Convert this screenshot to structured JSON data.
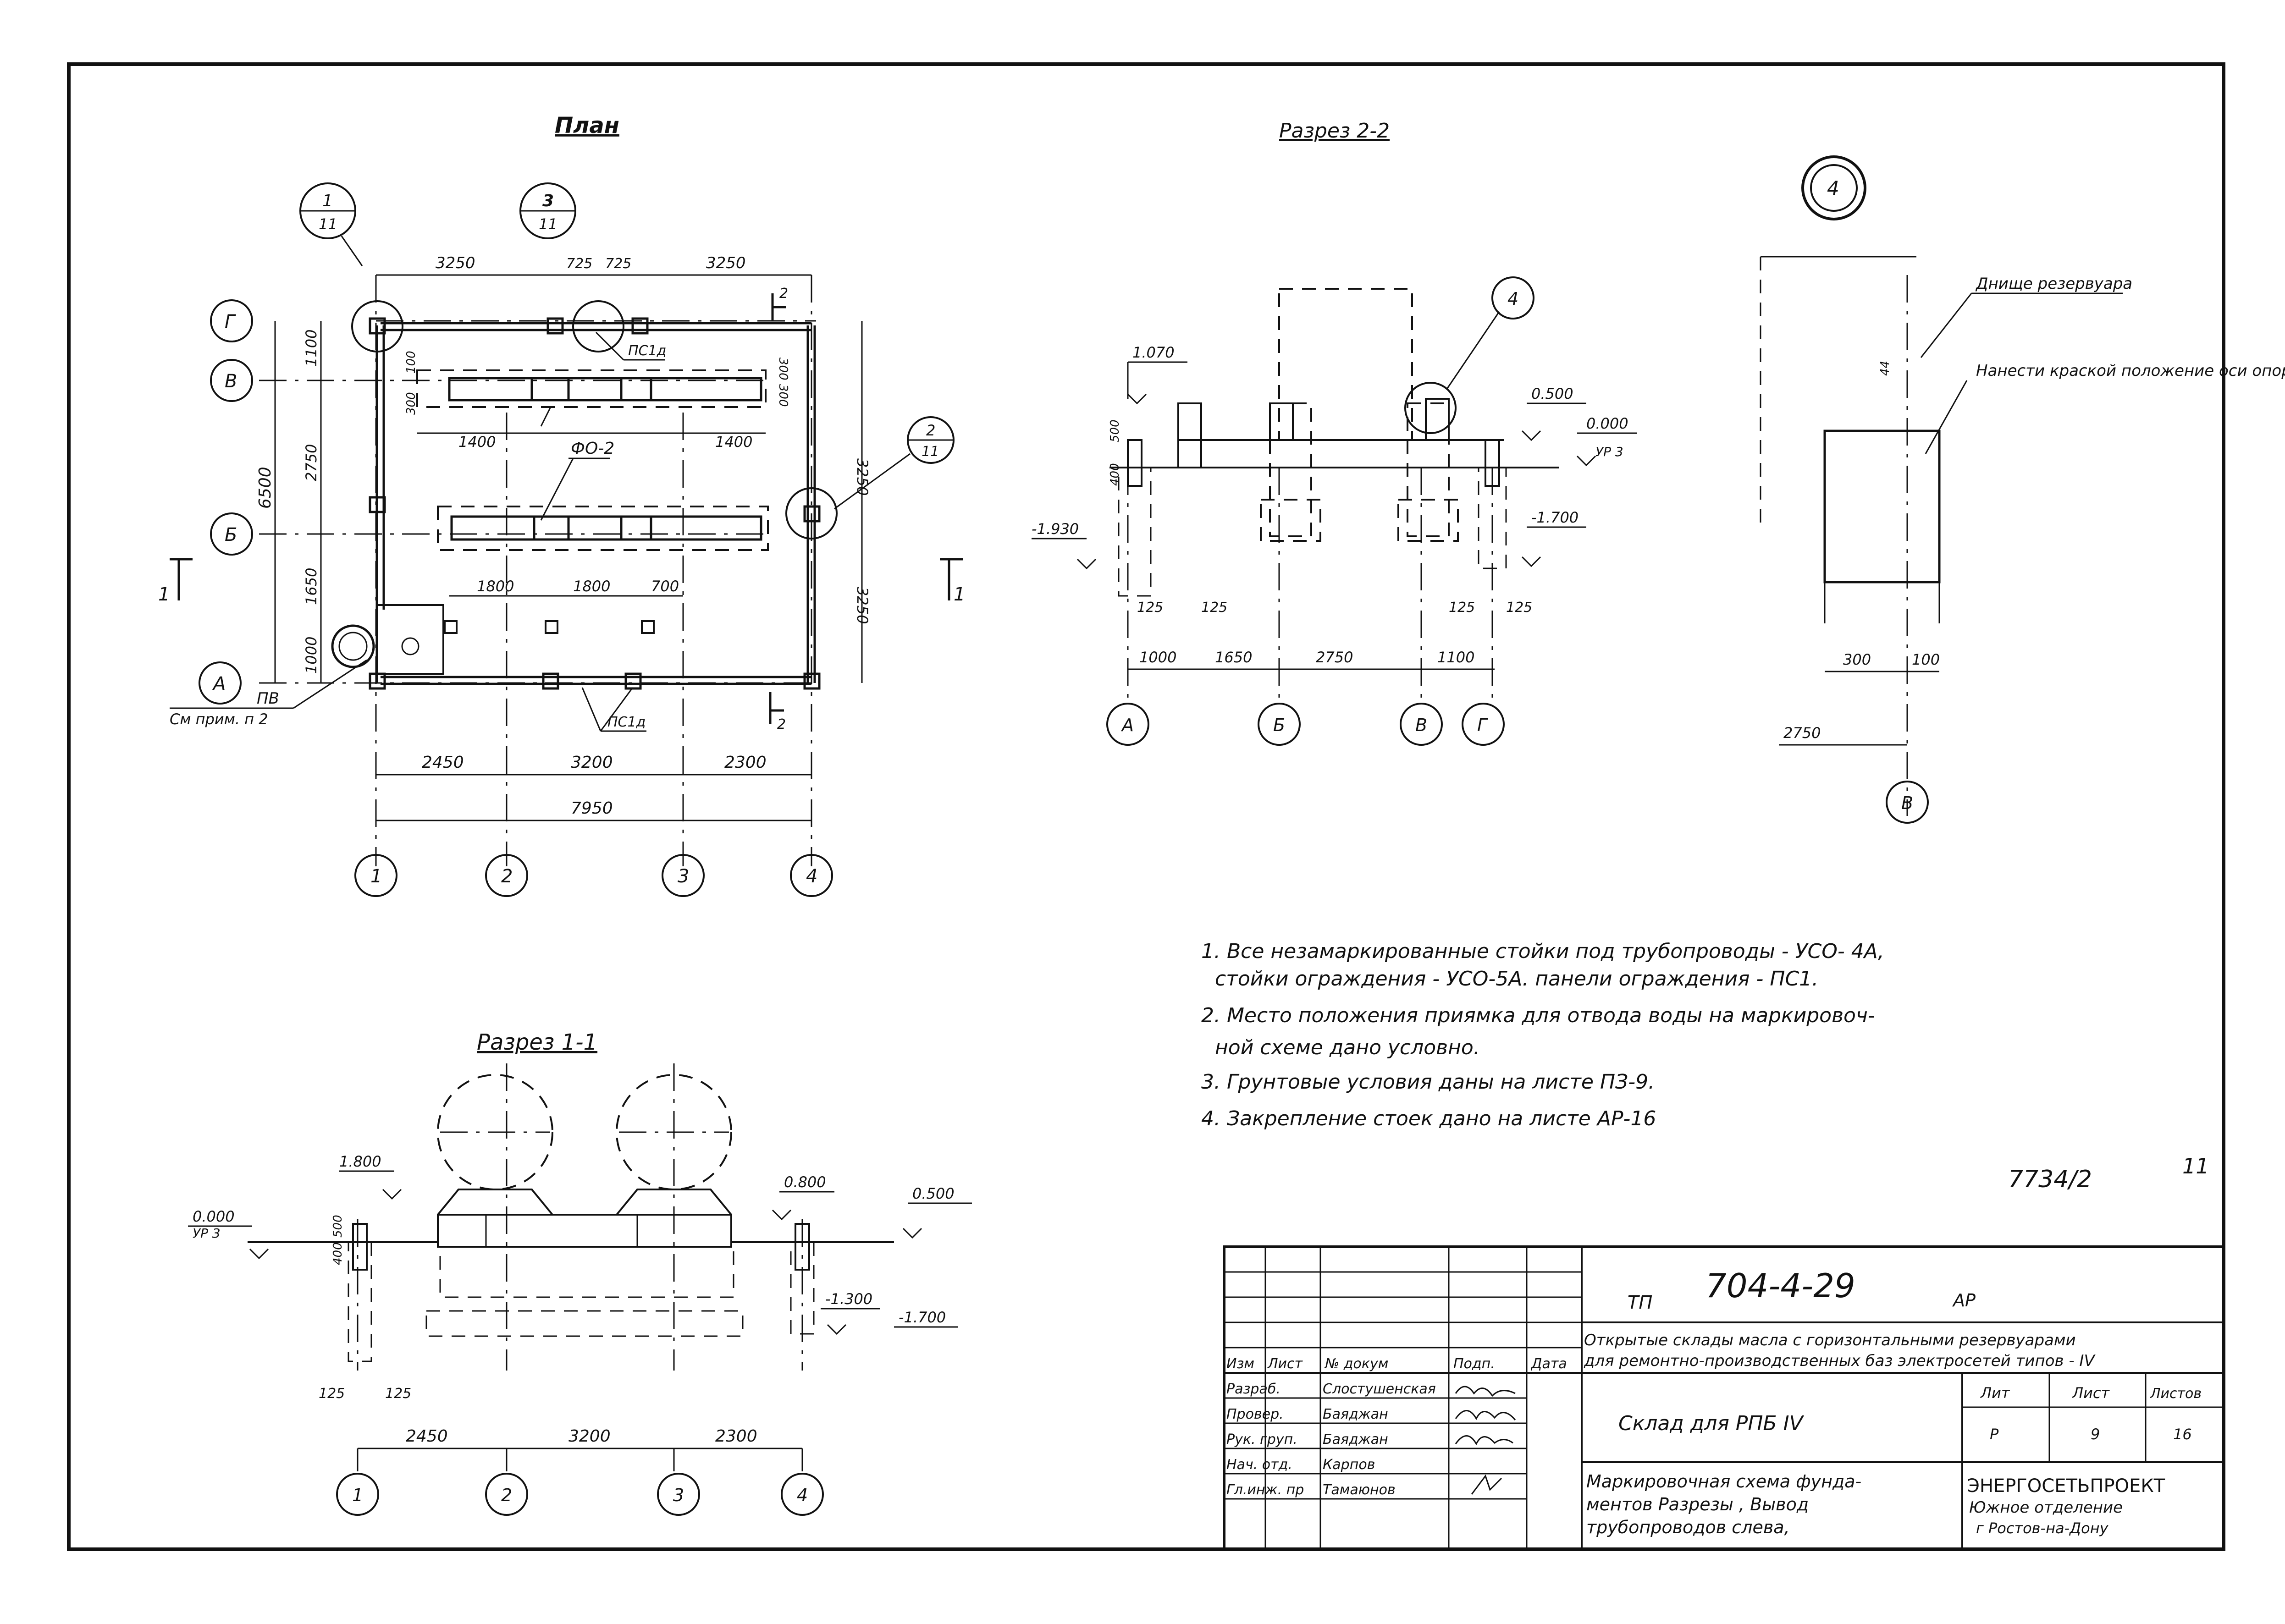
{
  "views": {
    "plan": {
      "title": "План",
      "callout_top_left": {
        "num": "1",
        "sheet": "11"
      },
      "callout_top_mid": {
        "num": "3",
        "sheet": "11"
      },
      "callout_right": {
        "num": "2",
        "sheet": "11"
      },
      "section_mark_left": "1",
      "section_mark_right": "1",
      "section_mark_top": "2",
      "section_mark_bottom": "2",
      "dims_top": [
        "3250",
        "725",
        "725",
        "3250"
      ],
      "dims_left_outer": "6500",
      "dims_left_inner": [
        "1100",
        "2750",
        "1650",
        "1000"
      ],
      "dims_small": [
        "100",
        "300"
      ],
      "dims_right": [
        "3250",
        "3250"
      ],
      "dims_right_small": "300 300",
      "dims_inner_1": [
        "1400",
        "1400"
      ],
      "dims_inner_2": [
        "1800",
        "1800",
        "700"
      ],
      "dims_bottom": [
        "2450",
        "3200",
        "2300"
      ],
      "dims_total": "7950",
      "foundation_label": "ФО-2",
      "panel_label_top": "ПС1д",
      "panel_label_bottom": "ПС1д",
      "pv_label": "ПВ",
      "note_ref": "См прим. п 2",
      "axes_rows": [
        "Г",
        "В",
        "Б",
        "А"
      ],
      "axes_cols": [
        "1",
        "2",
        "3",
        "4"
      ]
    },
    "section22": {
      "title": "Разрез 2-2",
      "callout": "4",
      "levels": [
        "1.070",
        "0.500",
        "0.000",
        "УР 3",
        "-1.930",
        "-1.700"
      ],
      "dims_left": [
        "400",
        "500"
      ],
      "dims_offsets": [
        "125",
        "125",
        "125",
        "125"
      ],
      "dims_bottom": [
        "1000",
        "1650",
        "2750",
        "1100"
      ],
      "axes": [
        "А",
        "Б",
        "В",
        "Г"
      ]
    },
    "node4": {
      "callout": "4",
      "label_bottom": "Днище резервуара",
      "label_mark": "Нанести краской положение оси опоры",
      "dim_44": "44",
      "dims": [
        "300",
        "100"
      ],
      "dim_2750": "2750",
      "axis": "В"
    },
    "section11": {
      "title": "Разрез 1-1",
      "levels": [
        "1.800",
        "0.800",
        "0.500",
        "0.000",
        "УР 3",
        "-1.300",
        "-1.700"
      ],
      "dims_left": [
        "400",
        "500"
      ],
      "dims_offsets": [
        "125",
        "125"
      ],
      "dims_bottom": [
        "2450",
        "3200",
        "2300"
      ],
      "axes": [
        "1",
        "2",
        "3",
        "4"
      ]
    }
  },
  "notes": [
    "1. Все незамаркированные стойки под трубопроводы - УСО- 4А,",
    "стойки ограждения - УСО-5А. панели ограждения - ПС1.",
    "2. Место положения приямка для отвода воды на маркировоч-",
    "ной схеме дано условно.",
    "3. Грунтовые условия даны на листе ПЗ-9.",
    "4. Закрепление стоек дано на листе АР-16"
  ],
  "sheet_marks": {
    "code": "7734/2",
    "page": "11"
  },
  "title_block": {
    "tp_label": "ТП",
    "doc_code": "704-4-29",
    "doc_suffix": "АР",
    "project_line1": "Открытые склады масла с горизонтальными резервуарами",
    "project_line2": "для ремонтно-производственных баз электросетей типов - IV",
    "column_heads": [
      "Изм",
      "Лист",
      "№ докум",
      "Подп.",
      "Дата"
    ],
    "signers": [
      {
        "role": "Разраб.",
        "name": "Слостушенская"
      },
      {
        "role": "Провер.",
        "name": "Баяджан"
      },
      {
        "role": "Рук. груп.",
        "name": "Баяджан"
      },
      {
        "role": "Нач. отд.",
        "name": "Карпов"
      },
      {
        "role": "Гл.инж. пр",
        "name": "Тамаюнов"
      }
    ],
    "building": "Склад для РПБ IV",
    "stage_heads": [
      "Лит",
      "Лист",
      "Листов"
    ],
    "stage_values": [
      "Р",
      "9",
      "16"
    ],
    "sheet_title": [
      "Маркировочная схема фунда-",
      "ментов Разрезы , Вывод",
      "трубопроводов слева,"
    ],
    "org": [
      "ЭНЕРГОСЕТЬПРОЕКТ",
      "Южное отделение",
      "г Ростов-на-Дону"
    ]
  }
}
